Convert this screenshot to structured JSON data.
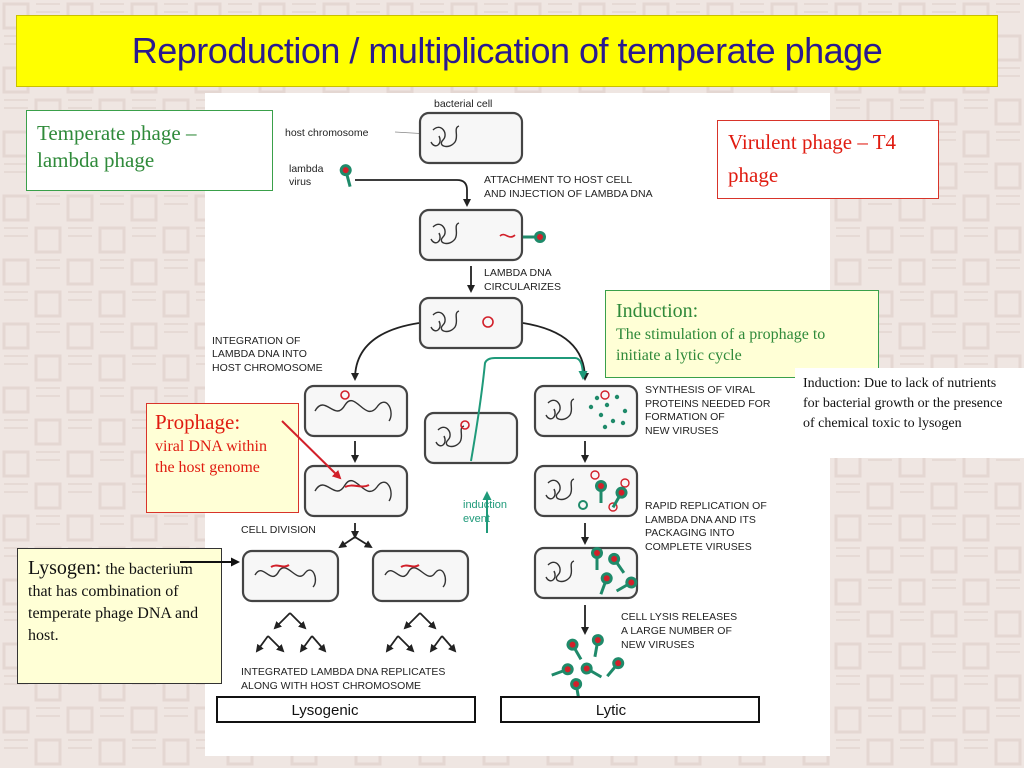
{
  "slide": {
    "title": "Reproduction / multiplication of temperate phage"
  },
  "callouts": {
    "temperate": "Temperate phage – lambda phage",
    "virulent": "Virulent phage – T4 phage",
    "induction_heading": "Induction:",
    "induction_body": "The stimulation of a prophage to initiate a lytic cycle",
    "induction_note": "Induction: Due to lack of nutrients for bacterial growth or the presence of chemical toxic to lysogen",
    "prophage_heading": "Prophage:",
    "prophage_body": "viral DNA within the host genome",
    "lysogen_heading": "Lysogen:",
    "lysogen_body": "the bacterium that has combination of temperate phage DNA and host."
  },
  "diagram": {
    "bacterial_cell": "bacterial cell",
    "host_chromosome": "host chromosome",
    "lambda_virus_1": "lambda",
    "lambda_virus_2": "virus",
    "attachment_1": "ATTACHMENT TO HOST CELL",
    "attachment_2": "AND INJECTION OF LAMBDA DNA",
    "circularizes_1": "LAMBDA DNA",
    "circularizes_2": "CIRCULARIZES",
    "integration_1": "INTEGRATION OF",
    "integration_2": "LAMBDA DNA INTO",
    "integration_3": "HOST CHROMOSOME",
    "synthesis_1": "SYNTHESIS OF VIRAL",
    "synthesis_2": "PROTEINS NEEDED FOR",
    "synthesis_3": "FORMATION OF",
    "synthesis_4": "NEW VIRUSES",
    "induction_event_1": "induction",
    "induction_event_2": "event",
    "replication_1": "RAPID REPLICATION OF",
    "replication_2": "LAMBDA DNA AND ITS",
    "replication_3": "PACKAGING INTO",
    "replication_4": "COMPLETE VIRUSES",
    "cell_division": "CELL DIVISION",
    "lysis_1": "CELL LYSIS RELEASES",
    "lysis_2": "A LARGE NUMBER OF",
    "lysis_3": "NEW VIRUSES",
    "integrated_1": "INTEGRATED LAMBDA DNA REPLICATES",
    "integrated_2": "ALONG WITH HOST CHROMOSOME",
    "lysogenic": "Lysogenic",
    "lytic": "Lytic"
  },
  "colors": {
    "title_bg": "#ffff00",
    "title_text": "#2a1a8f",
    "phage_green": "#1f8a6a",
    "phage_red": "#d2202a",
    "arrow_green": "#1f9a7a"
  }
}
